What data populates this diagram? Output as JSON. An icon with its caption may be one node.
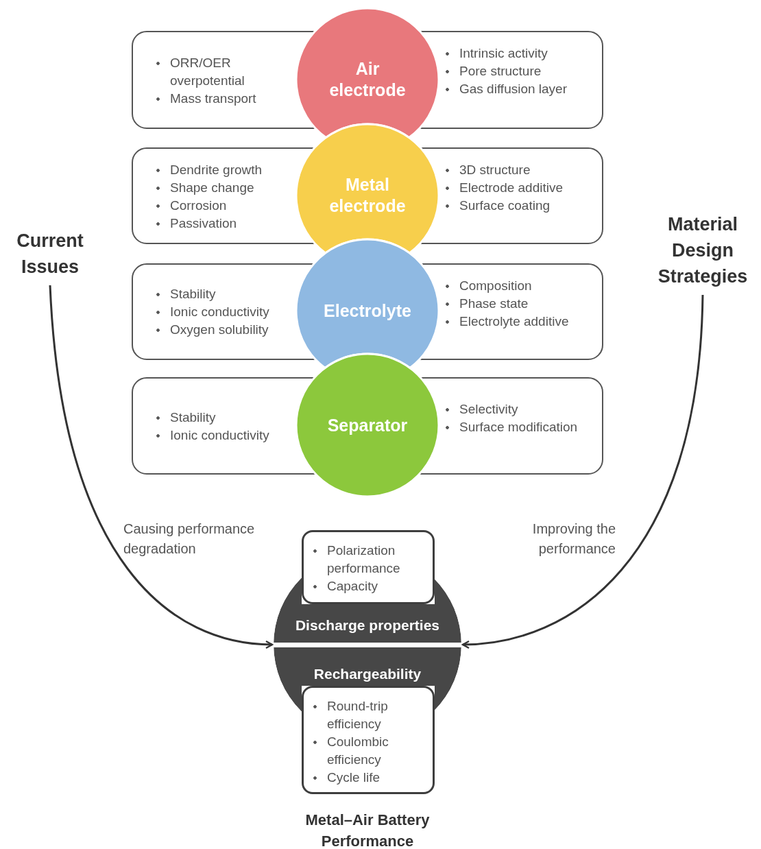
{
  "diagram": {
    "nodes": [
      {
        "text": [
          "ORR/OER overpotential",
          "Mass transport",
          "Intrinsic activity",
          "Pore structure",
          "Gas diffusion layer"
        ]
      },
      {
        "text": [
          "Air electrode"
        ]
      },
      {
        "text": [
          "Dendrite growth",
          "Shape change",
          "Corrosion",
          "Passivation",
          "3D structure",
          "Electrode additive",
          "Surface coating"
        ]
      },
      {
        "text": [
          "Metal electrode"
        ]
      },
      {
        "text": [
          "Stability",
          "Ionic conductivity",
          "Oxygen solubility",
          "Composition",
          "Phase state",
          "Electrolyte additive"
        ]
      },
      {
        "text": [
          "Electrolyte"
        ]
      },
      {
        "text": [
          "Stability",
          "Ionic conductivity",
          "Selectivity",
          "Surface modification"
        ]
      },
      {
        "text": [
          "Separator"
        ]
      },
      {
        "text": [
          "Current Issues"
        ]
      },
      {
        "text": [
          "Material Design Strategies"
        ]
      },
      {
        "text": [
          "Polarization performance",
          "Capacity"
        ]
      },
      {
        "text": [
          "Discharge properties",
          "Rechargeability"
        ]
      },
      {
        "text": [
          "Round-trip efficiency",
          "Coulombic efficiency",
          "Cycle life"
        ]
      }
    ],
    "edges": [
      {
        "from": 8,
        "to": 11,
        "arrow": "to",
        "label": "Causing performance degradation"
      },
      {
        "from": 9,
        "to": 11,
        "arrow": "to",
        "label": "Improving the performance"
      }
    ],
    "labels": [
      "Metal–Air Battery Performance"
    ]
  }
}
